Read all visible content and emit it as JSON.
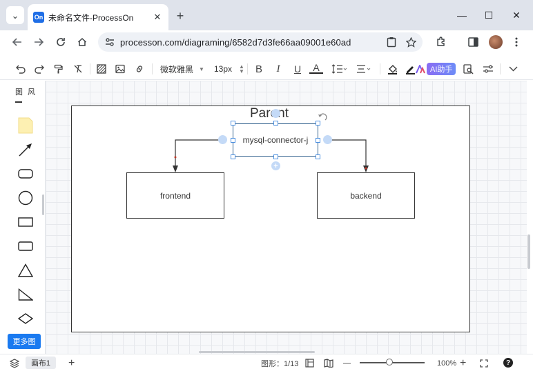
{
  "browser": {
    "tab_title": "未命名文件-ProcessOn",
    "favicon_text": "On",
    "url": "processon.com/diagraming/6582d7d3fe66aa09001e60ad",
    "tab_close_glyph": "✕",
    "new_tab_glyph": "+",
    "tab_dropdown_glyph": "⌄"
  },
  "window_controls": {
    "minimize": "—",
    "maximize": "☐",
    "close": "✕"
  },
  "toolbar": {
    "font_family": "微软雅黑",
    "font_size": "13px",
    "bold_glyph": "B",
    "italic_glyph": "I",
    "underline_glyph": "U",
    "font_color_glyph": "A",
    "ai_assistant_label": "AI助手"
  },
  "left_panel": {
    "title": "图 风",
    "more_shapes_label": "更多图"
  },
  "diagram": {
    "container_title": "Parent",
    "nodes": {
      "mysql": "mysql-connector-j",
      "frontend": "frontend",
      "backend": "backend"
    },
    "edge_color": "#333333",
    "selection_color": "#4a8fe0"
  },
  "statusbar": {
    "page_name": "画布1",
    "add_page_glyph": "+",
    "shape_count_label": "图形：1/13",
    "zoom_level": "100%",
    "zoom_minus_glyph": "—",
    "zoom_plus_glyph": "+",
    "help_glyph": "?",
    "zoom_fraction": 0.46
  },
  "colors": {
    "brand": "#1a7af0",
    "ai_gradient_start": "#8a6cf3",
    "ai_gradient_end": "#6d8cf7",
    "note_yellow": "#fdf0b2"
  }
}
